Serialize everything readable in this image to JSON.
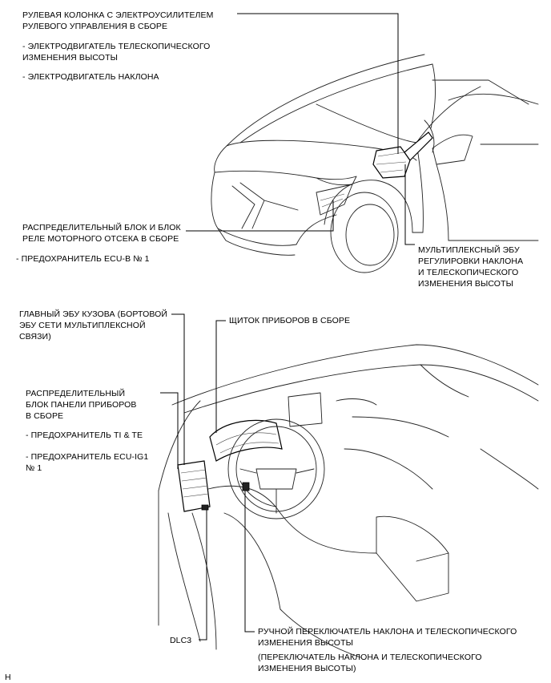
{
  "labels": {
    "steering_column": [
      "РУЛЕВАЯ КОЛОНКА С ЭЛЕКТРОУСИЛИТЕЛЕМ",
      "РУЛЕВОГО УПРАВЛЕНИЯ В СБОРЕ"
    ],
    "telescopic_motor": [
      "- ЭЛЕКТРОДВИГАТЕЛЬ ТЕЛЕСКОПИЧЕСКОГО",
      "ИЗМЕНЕНИЯ ВЫСОТЫ"
    ],
    "tilt_motor": "- ЭЛЕКТРОДВИГАТЕЛЬ НАКЛОНА",
    "engine_room_block": [
      "РАСПРЕДЕЛИТЕЛЬНЫЙ БЛОК И БЛОК",
      "РЕЛЕ МОТОРНОГО ОТСЕКА В СБОРЕ"
    ],
    "fuse_ecu_b": "- ПРЕДОХРАНИТЕЛЬ ECU-B № 1",
    "multiplex_ecu": [
      "МУЛЬТИПЛЕКСНЫЙ ЭБУ",
      "РЕГУЛИРОВКИ НАКЛОНА",
      "И ТЕЛЕСКОПИЧЕСКОГО",
      "ИЗМЕНЕНИЯ ВЫСОТЫ"
    ],
    "main_body_ecu": [
      "ГЛАВНЫЙ ЭБУ КУЗОВА (БОРТОВОЙ",
      "ЭБУ СЕТИ МУЛЬТИПЛЕКСНОЙ",
      "СВЯЗИ)"
    ],
    "combination_meter": "ЩИТОК ПРИБОРОВ В СБОРЕ",
    "instrument_panel_block": [
      "РАСПРЕДЕЛИТЕЛЬНЫЙ",
      "БЛОК ПАНЕЛИ ПРИБОРОВ",
      "В СБОРЕ"
    ],
    "fuse_ti_te": "- ПРЕДОХРАНИТЕЛЬ TI & TE",
    "fuse_ecu_ig1": [
      "- ПРЕДОХРАНИТЕЛЬ ECU-IG1",
      "№ 1"
    ],
    "dlc3": "DLC3",
    "manual_switch": [
      "РУЧНОЙ ПЕРЕКЛЮЧАТЕЛЬ НАКЛОНА И ТЕЛЕСКОПИЧЕСКОГО",
      "ИЗМЕНЕНИЯ ВЫСОТЫ"
    ],
    "manual_switch_alt": [
      "(ПЕРЕКЛЮЧАТЕЛЬ НАКЛОНА И ТЕЛЕСКОПИЧЕСКОГО",
      "ИЗМЕНЕНИЯ ВЫСОТЫ)"
    ],
    "figure_code": "H"
  }
}
